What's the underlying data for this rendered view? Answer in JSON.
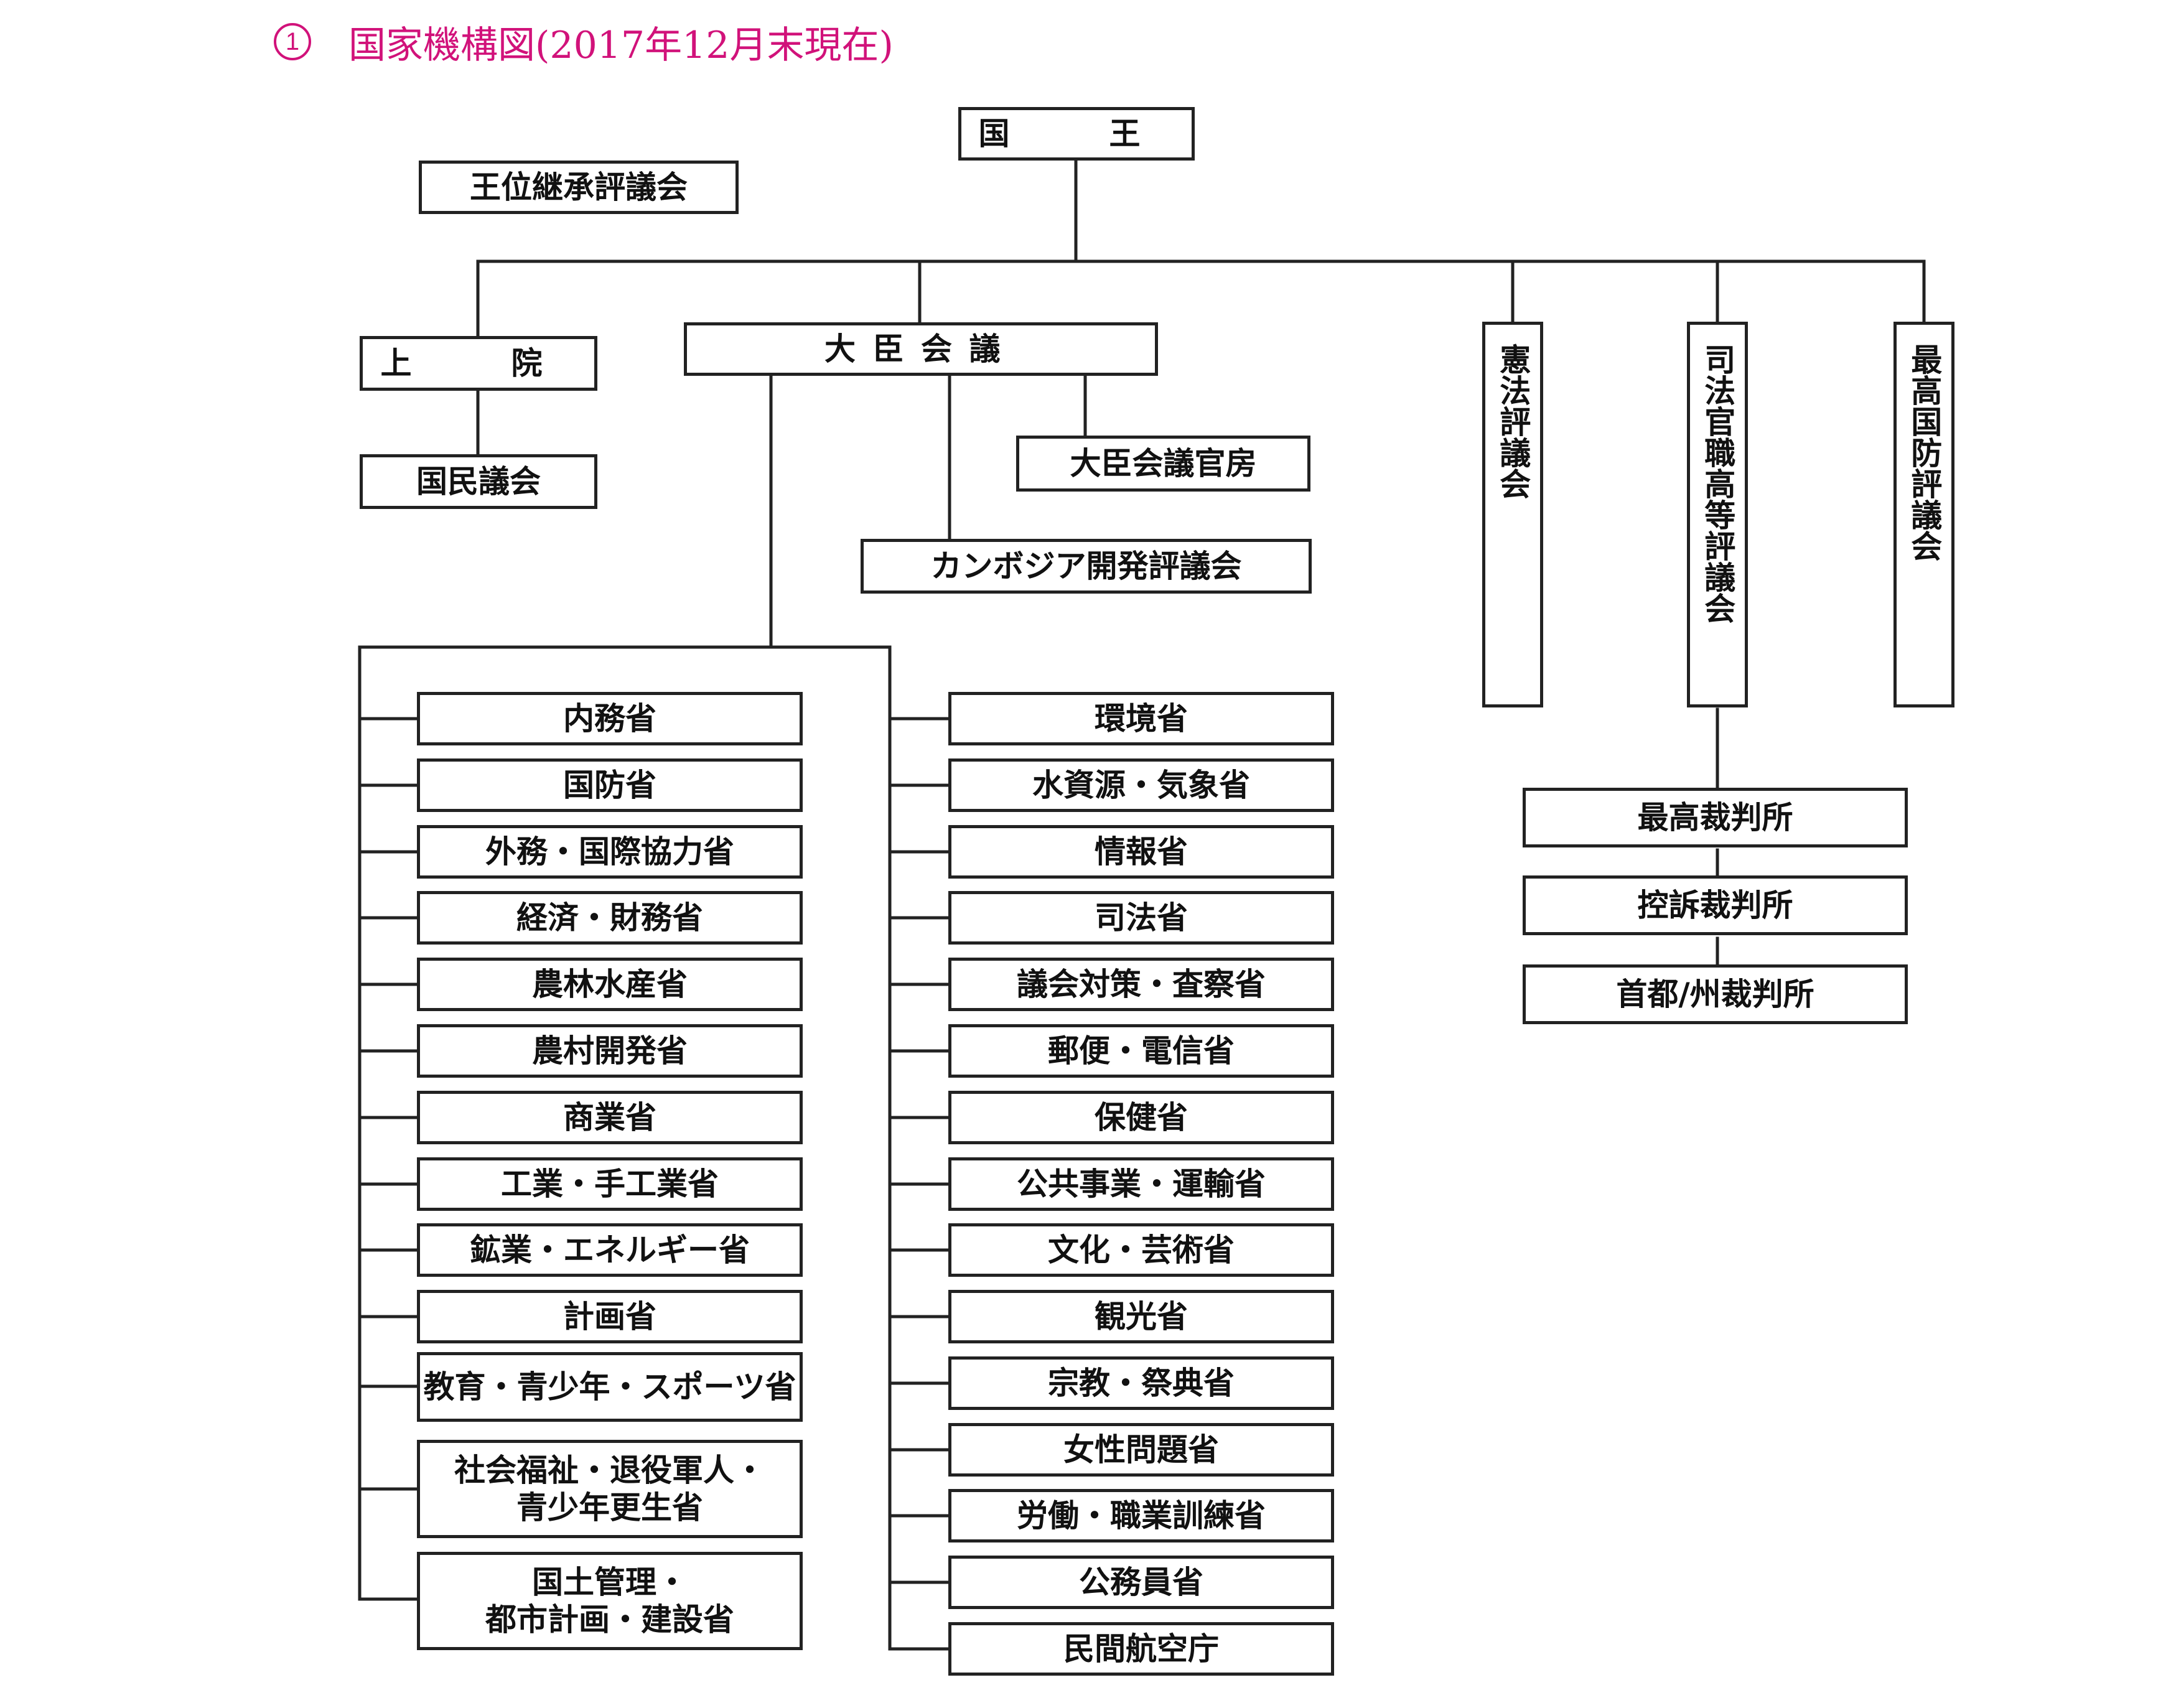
{
  "header": {
    "number": "1",
    "title": "国家機構図(2017年12月末現在)",
    "color": "#d1127a"
  },
  "nodes": {
    "king": "国　王",
    "succession_council": "王位継承評議会",
    "senate": "上　院",
    "national_assembly": "国民議会",
    "council_of_ministers": "大臣会議",
    "cabinet_secretariat": "大臣会議官房",
    "cambodia_development_council": "カンボジア開発評議会",
    "constitutional_council": "憲法評議会",
    "supreme_council_magistracy": "司法官職高等評議会",
    "supreme_defense_council": "最高国防評議会",
    "supreme_court": "最高裁判所",
    "appeal_court": "控訴裁判所",
    "municipal_provincial_court": "首都/州裁判所"
  },
  "ministries_left": [
    "内務省",
    "国防省",
    "外務・国際協力省",
    "経済・財務省",
    "農林水産省",
    "農村開発省",
    "商業省",
    "工業・手工業省",
    "鉱業・エネルギー省",
    "計画省",
    "教育・青少年・スポーツ省",
    "社会福祉・退役軍人・\n青少年更生省",
    "国土管理・\n都市計画・建設省"
  ],
  "ministries_right": [
    "環境省",
    "水資源・気象省",
    "情報省",
    "司法省",
    "議会対策・査察省",
    "郵便・電信省",
    "保健省",
    "公共事業・運輸省",
    "文化・芸術省",
    "観光省",
    "宗教・祭典省",
    "女性問題省",
    "労働・職業訓練省",
    "公務員省",
    "民間航空庁"
  ]
}
